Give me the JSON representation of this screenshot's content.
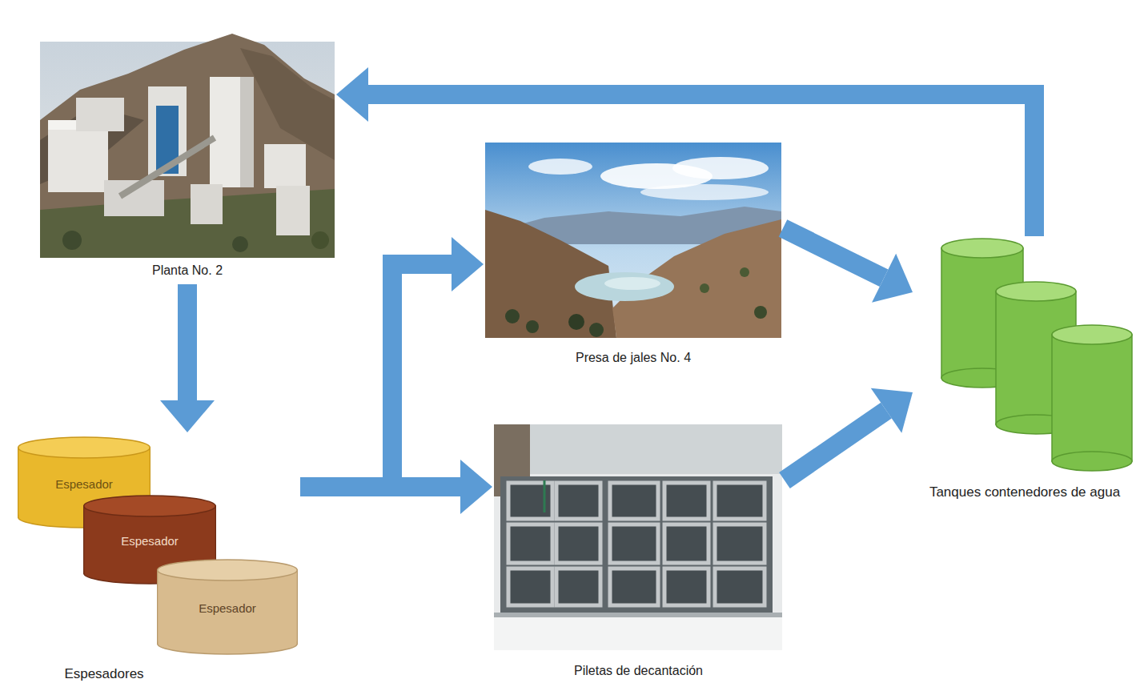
{
  "diagram": {
    "nodes": [
      {
        "text": [
          "Planta No. 2"
        ]
      },
      {
        "text": [
          "Espesadores"
        ]
      },
      {
        "text": [
          "Espesador"
        ],
        "in": 1
      },
      {
        "text": [
          "Espesador"
        ],
        "in": 1
      },
      {
        "text": [
          "Espesador"
        ],
        "in": 1
      },
      {
        "text": [
          "Presa de jales No. 4"
        ]
      },
      {
        "text": [
          "Piletas de decantación"
        ]
      },
      {
        "text": [
          "Tanques contenedores de agua"
        ]
      }
    ],
    "edges": [
      {
        "from": 0,
        "to": 1,
        "arrow": "to"
      },
      {
        "from": 1,
        "to": 5,
        "arrow": "to"
      },
      {
        "from": 1,
        "to": 6,
        "arrow": "to"
      },
      {
        "from": 5,
        "to": 7,
        "arrow": "to"
      },
      {
        "from": 6,
        "to": 7,
        "arrow": "to"
      },
      {
        "from": 7,
        "to": 0,
        "arrow": "to"
      }
    ]
  }
}
